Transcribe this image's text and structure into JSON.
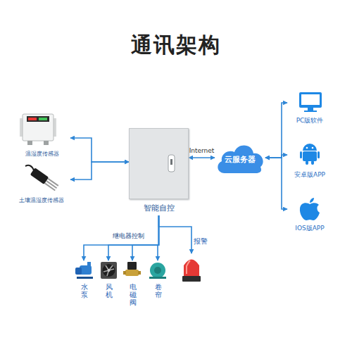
{
  "diagram": {
    "title": "通讯架构",
    "nodes": [
      {
        "text": [
          "温湿度传感器"
        ]
      },
      {
        "text": [
          "土壤温湿度传感器"
        ]
      },
      {
        "text": [
          "智能自控"
        ]
      },
      {
        "text": [
          "云服务器"
        ]
      },
      {
        "text": [
          "PC版软件"
        ]
      },
      {
        "text": [
          "安卓版APP"
        ]
      },
      {
        "text": [
          "IOS版APP"
        ]
      },
      {
        "text": [
          "水泵"
        ]
      },
      {
        "text": [
          "风机"
        ]
      },
      {
        "text": [
          "电磁阀"
        ]
      },
      {
        "text": [
          "卷帘"
        ]
      },
      {
        "text": [
          "报警"
        ]
      }
    ],
    "edges": [
      {
        "from": 2,
        "to": 0,
        "arrow": "both"
      },
      {
        "from": 2,
        "to": 1,
        "arrow": "both"
      },
      {
        "from": 2,
        "to": 3,
        "label": "Internet",
        "arrow": "both"
      },
      {
        "from": 3,
        "to": 4,
        "arrow": "both"
      },
      {
        "from": 3,
        "to": 5,
        "arrow": "both"
      },
      {
        "from": 3,
        "to": 6,
        "arrow": "both"
      },
      {
        "from": 2,
        "to": 7,
        "arrow": "to"
      },
      {
        "from": 2,
        "to": 8,
        "arrow": "to"
      },
      {
        "from": 2,
        "to": 9,
        "arrow": "to"
      },
      {
        "from": 2,
        "to": 10,
        "arrow": "to"
      },
      {
        "from": 2,
        "to": 11,
        "arrow": "to"
      }
    ],
    "labels": [
      "继电器控制"
    ]
  }
}
